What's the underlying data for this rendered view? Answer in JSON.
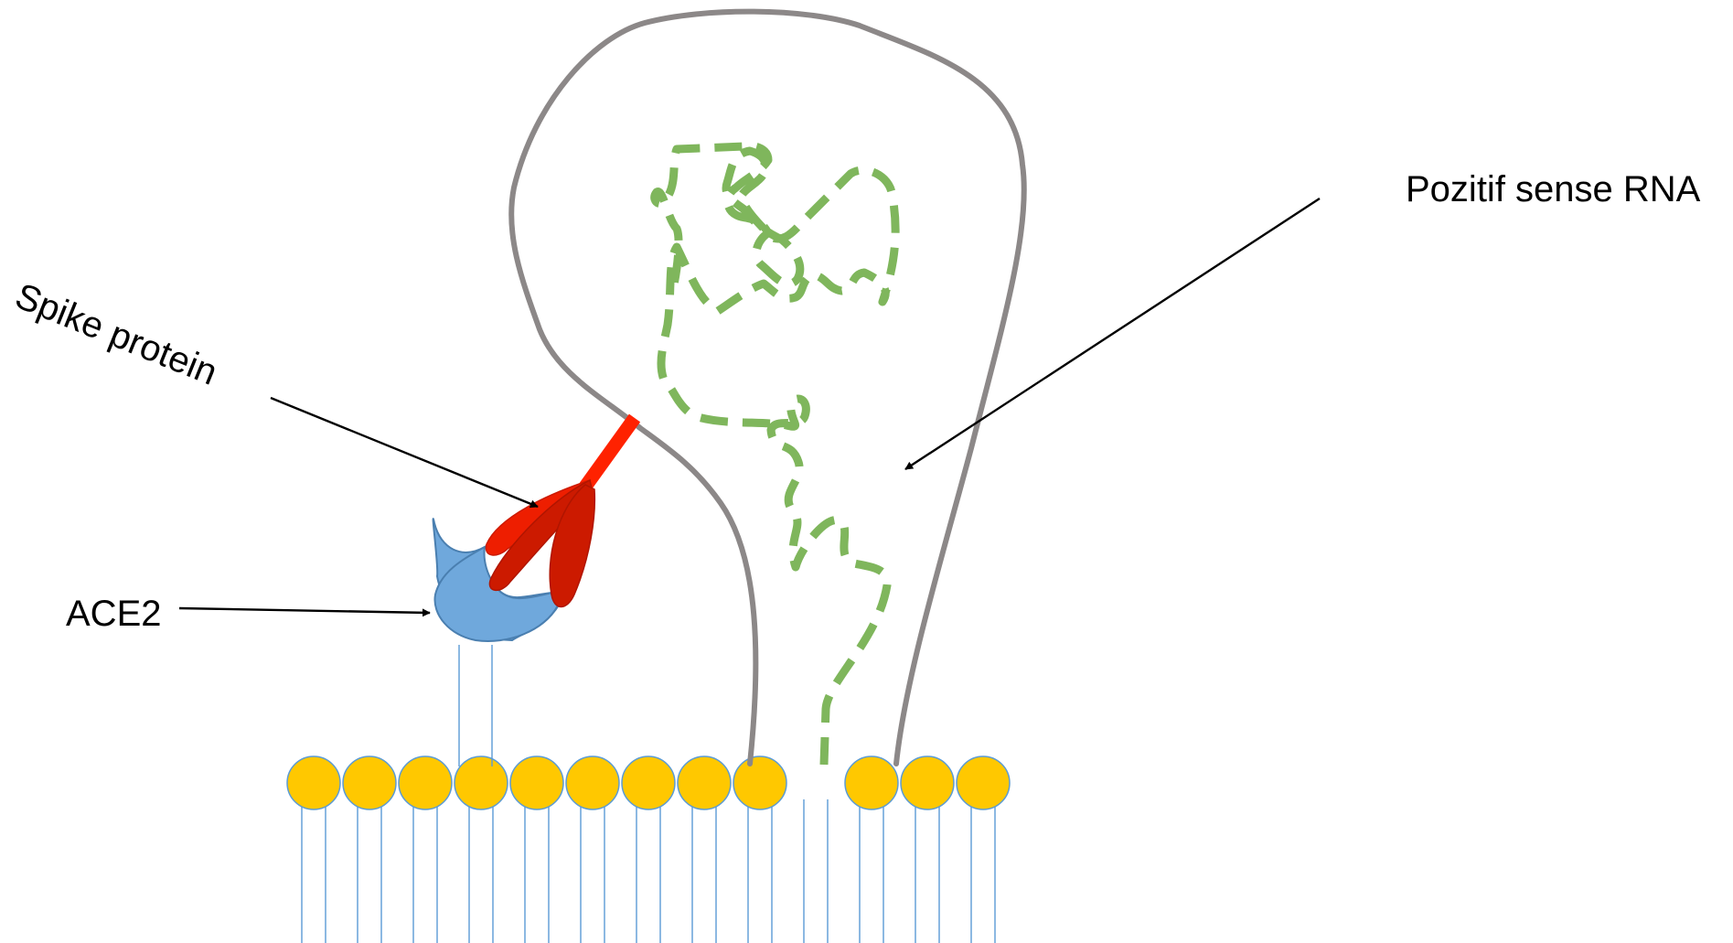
{
  "labels": {
    "spike_protein": "Spike protein",
    "ace2": "ACE2",
    "rna": "Pozitif sense RNA"
  },
  "colors": {
    "envelope": "#8c8888",
    "rna": "#7fb65c",
    "spike_stalk": "#ff2200",
    "spike_head": "#cc1a00",
    "ace2_fill": "#6fa8dc",
    "membrane_head": "#ffc800",
    "membrane_tail": "#5b9bd5"
  },
  "membrane": {
    "gap_after_index": 9
  }
}
